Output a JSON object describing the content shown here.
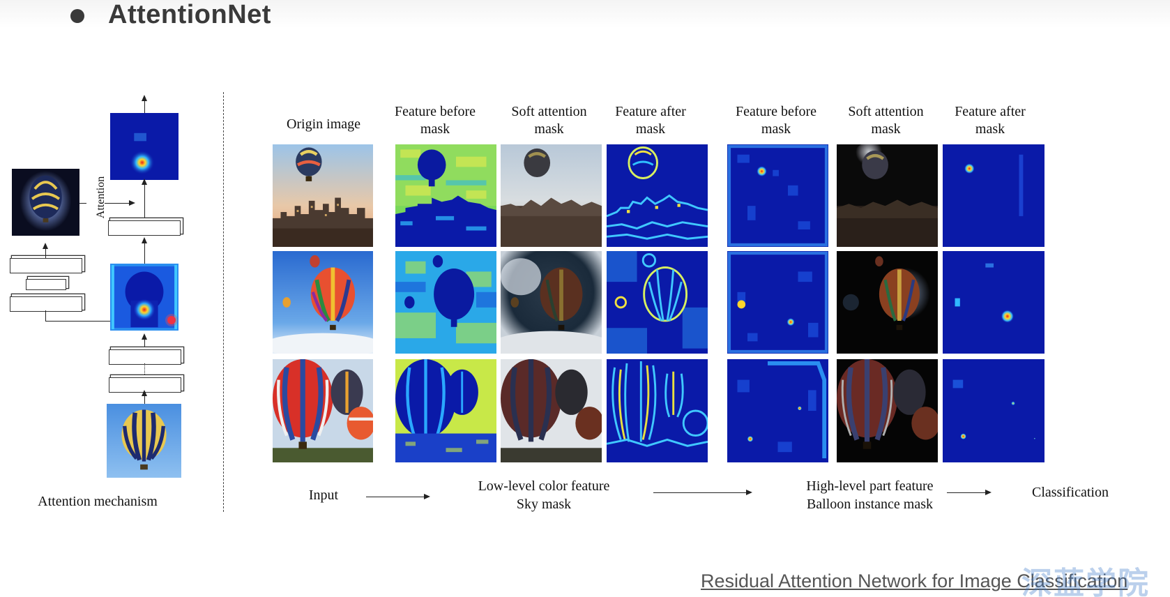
{
  "slide": {
    "title": "AttentionNet",
    "footer_link": "Residual Attention Network for Image Classification",
    "watermark": "深蓝学院"
  },
  "mechanism": {
    "caption": "Attention mechanism",
    "attention_label": "Attention"
  },
  "columns": {
    "origin": "Origin image",
    "low_feature_before": "Feature before mask",
    "low_soft_mask": "Soft attention mask",
    "low_feature_after": "Feature after mask",
    "high_feature_before": "Feature before mask",
    "high_soft_mask": "Soft attention mask",
    "high_feature_after": "Feature after mask"
  },
  "flow": {
    "input": "Input",
    "low_level_line1": "Low-level color feature",
    "low_level_line2": "Sky mask",
    "high_level_line1": "High-level part feature",
    "high_level_line2": "Balloon instance mask",
    "output": "Classification"
  },
  "colors": {
    "heatmap_bg": "#0a1aa8",
    "heat_mid": "#2aa8ff",
    "heat_hot": "#ffe030",
    "heat_peak": "#e8231a",
    "sky_blue": "#4a8fe0"
  }
}
